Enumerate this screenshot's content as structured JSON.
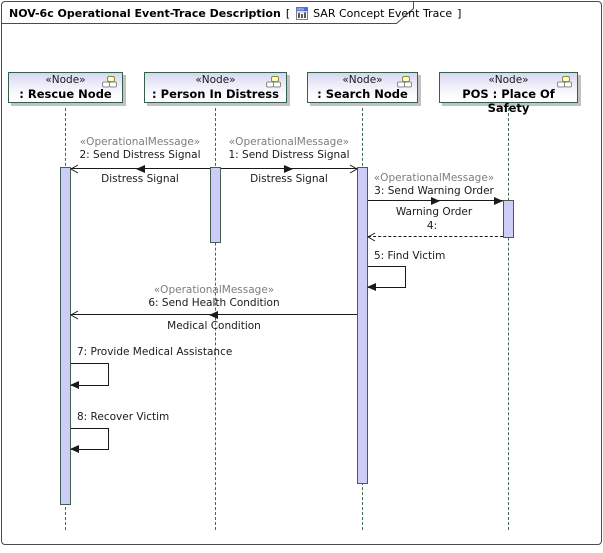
{
  "frame": {
    "title": "NOV-6c Operational Event-Trace Description",
    "bracket_open": "[",
    "subtitle": "SAR Concept Event Trace",
    "bracket_close": "]",
    "tab_icon": "nov-diagram-icon"
  },
  "lifelines": [
    {
      "stereotype": "«Node»",
      "name": ": Rescue Node",
      "icon": "node-icon"
    },
    {
      "stereotype": "«Node»",
      "name": ": Person In Distress",
      "icon": "node-icon"
    },
    {
      "stereotype": "«Node»",
      "name": ": Search Node",
      "icon": "node-icon"
    },
    {
      "stereotype": "«Node»",
      "name": "POS : Place Of Safety",
      "icon": "node-icon"
    }
  ],
  "messages": [
    {
      "stereotype": "«OperationalMessage»",
      "label": "2: Send Distress Signal",
      "conveyed": "Distress Signal",
      "from": ": Person In Distress",
      "to": ": Rescue Node",
      "kind": "async",
      "direction": "left"
    },
    {
      "stereotype": "«OperationalMessage»",
      "label": "1: Send Distress Signal",
      "conveyed": "Distress Signal",
      "from": ": Person In Distress",
      "to": ": Search Node",
      "kind": "async",
      "direction": "right"
    },
    {
      "stereotype": "«OperationalMessage»",
      "label": "3: Send Warning Order",
      "conveyed": "Warning Order",
      "from": ": Search Node",
      "to": "POS : Place Of Safety",
      "kind": "call",
      "direction": "right"
    },
    {
      "label": "4:",
      "from": "POS : Place Of Safety",
      "to": ": Search Node",
      "kind": "reply",
      "direction": "left"
    },
    {
      "label": "5: Find Victim",
      "from": ": Search Node",
      "to": ": Search Node",
      "kind": "self"
    },
    {
      "stereotype": "«OperationalMessage»",
      "label": "6: Send Health Condition",
      "conveyed": "Medical Condition",
      "from": ": Search Node",
      "to": ": Rescue Node",
      "kind": "async",
      "direction": "left"
    },
    {
      "label": "7: Provide Medical Assistance",
      "from": ": Rescue Node",
      "to": ": Rescue Node",
      "kind": "self"
    },
    {
      "label": "8: Recover Victim",
      "from": ": Rescue Node",
      "to": ": Rescue Node",
      "kind": "self"
    }
  ],
  "colors": {
    "frame_border": "#4b4b4b",
    "node_border": "#35604d",
    "node_fill_top": "#d6d6f2",
    "lifeline_dash": "#3b6b55",
    "activation_fill": "#cdcdf7",
    "activation_border": "#41604f",
    "message_line": "#1a1a1a",
    "stereotype_text": "#7d7d7d",
    "shadow": "#c2c2c2",
    "node_icon_yellow": "#ffffc2",
    "tab_icon_blue": "#4a66d8"
  }
}
